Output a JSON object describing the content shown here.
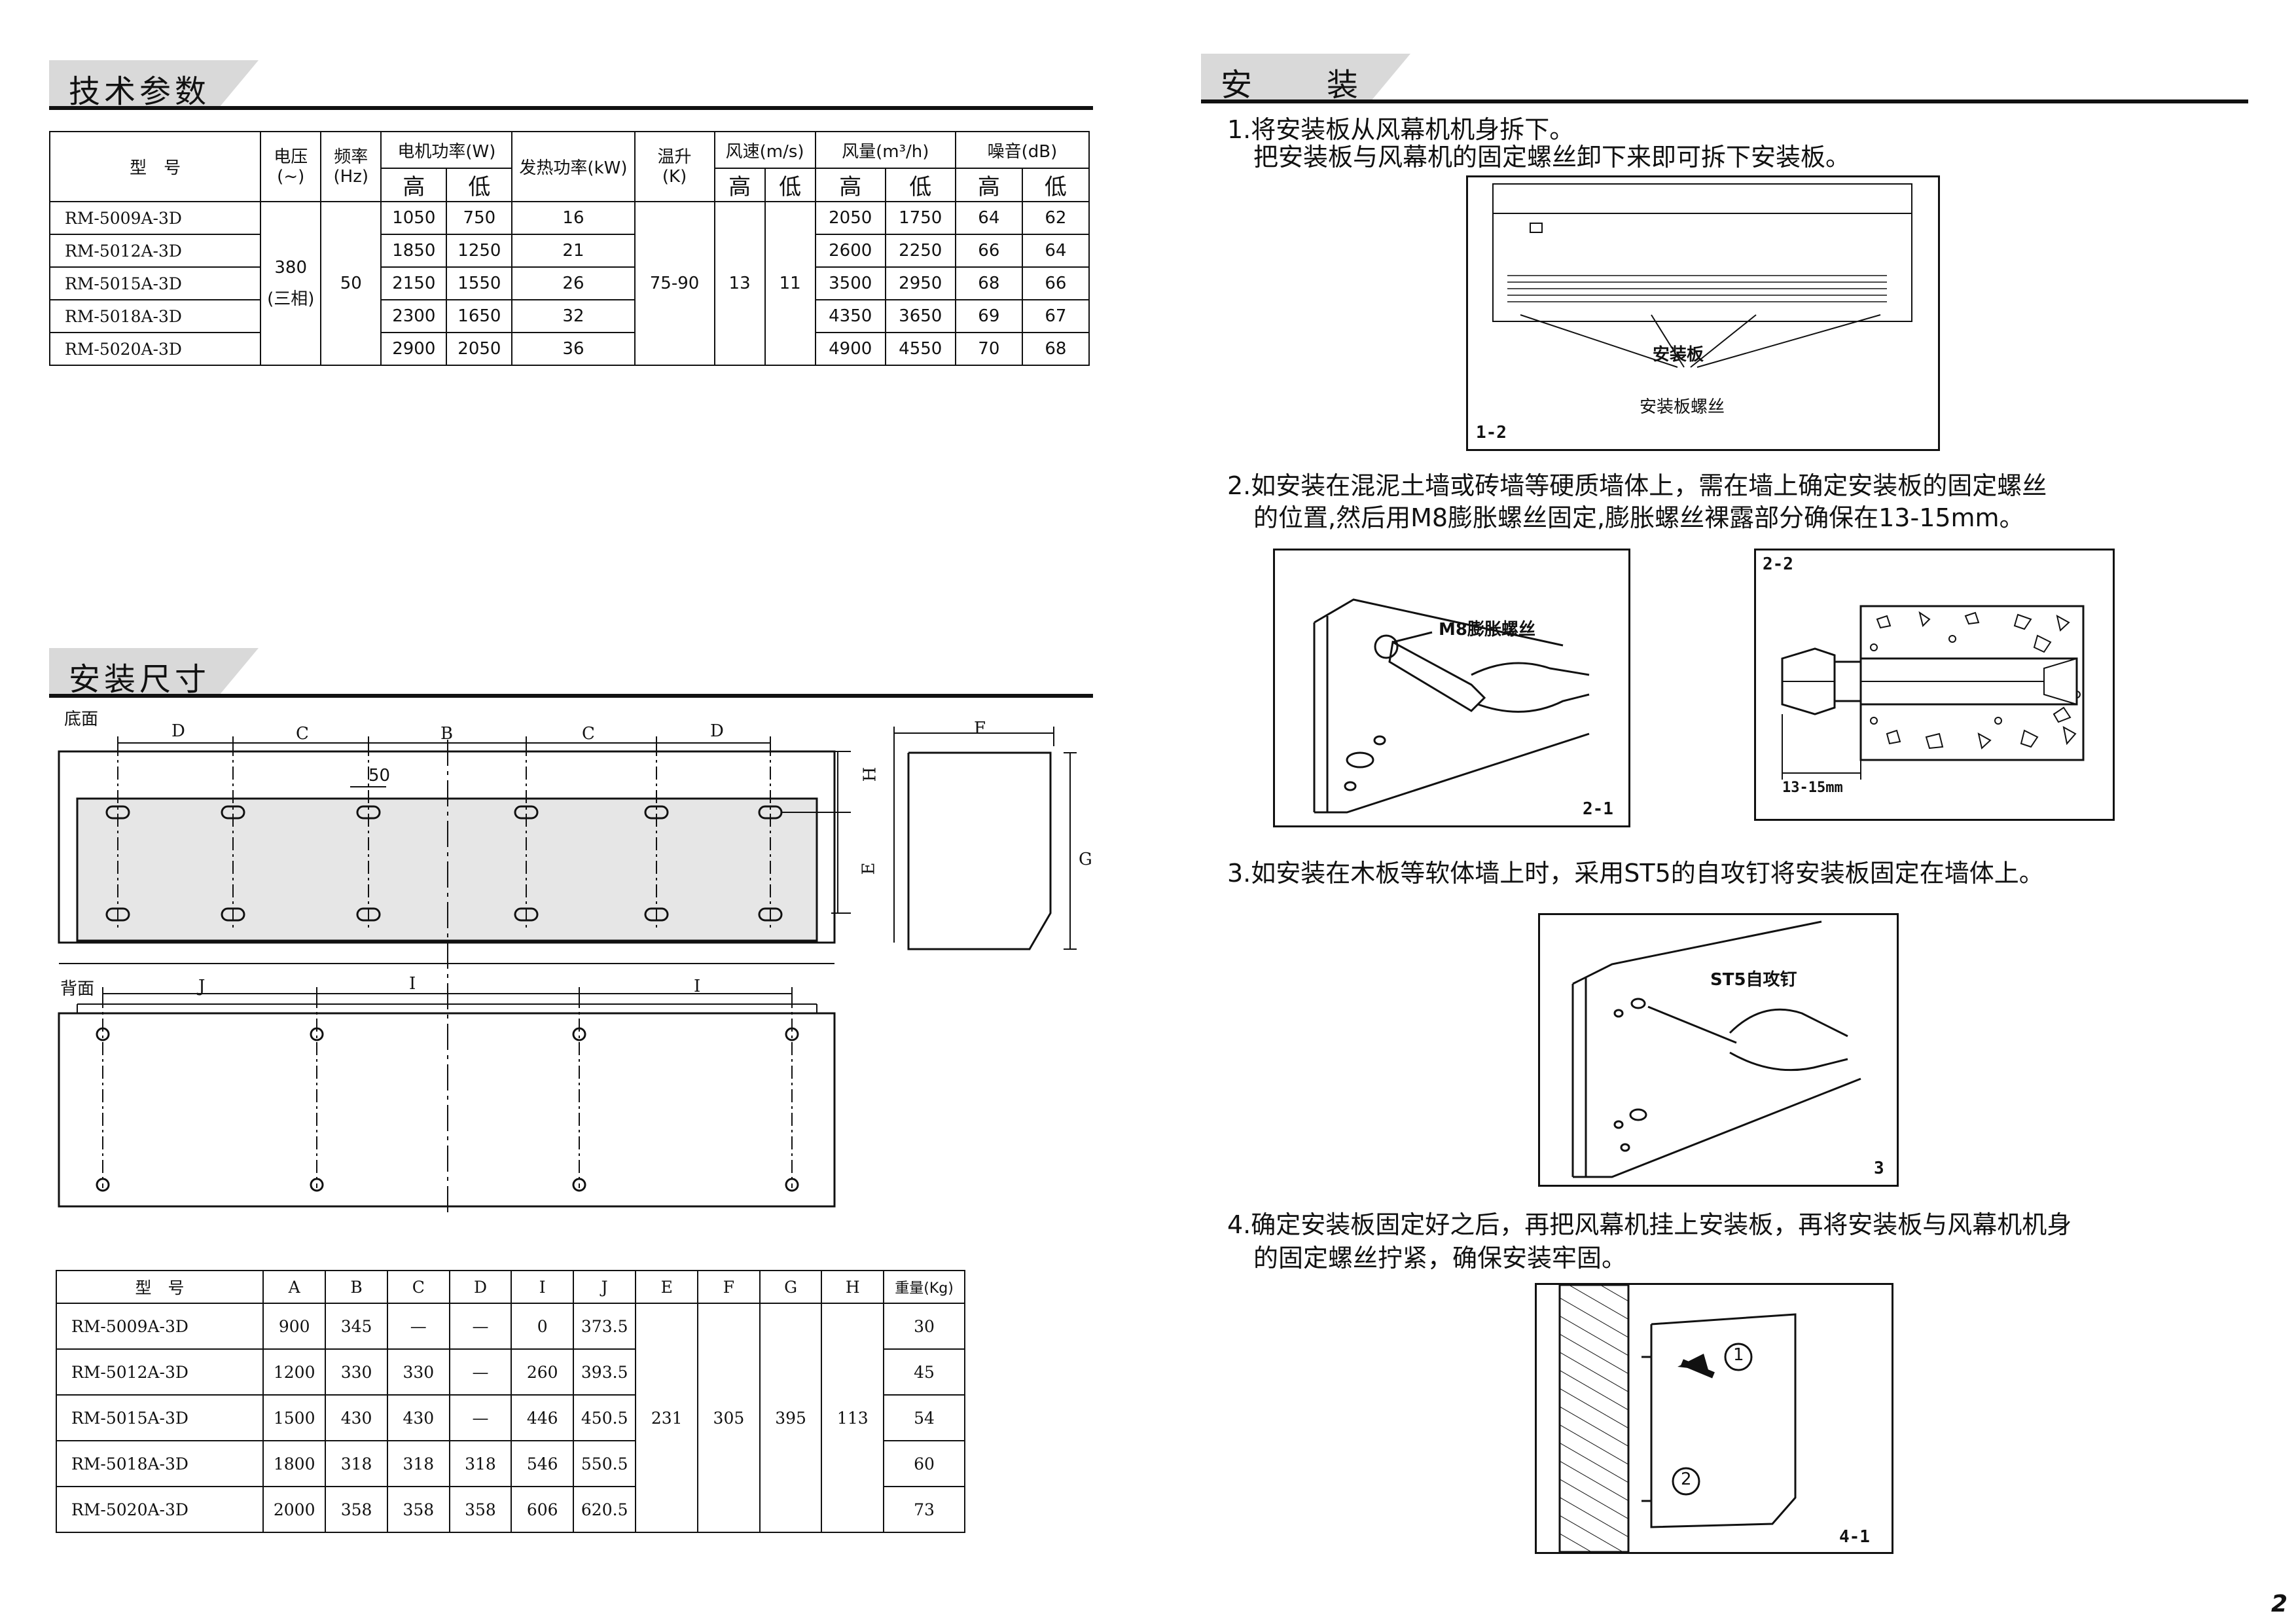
{
  "left": {
    "tech": {
      "title": "技术参数",
      "headers": {
        "model": "型　号",
        "voltage": "电压",
        "voltage_unit": "(~)",
        "freq": "频率",
        "freq_unit": "(Hz)",
        "motor_power": "电机功率(W)",
        "heat_power": "发热功率(kW)",
        "temp_rise": "温升",
        "temp_unit": "(K)",
        "wind_speed": "风速(m/s)",
        "air_volume": "风量(m³/h)",
        "noise": "噪音(dB)",
        "high": "高",
        "low": "低"
      },
      "voltage_value": "380",
      "voltage_phase": "(三相)",
      "freq_value": "50",
      "temp_value": "75-90",
      "wind_high": "13",
      "wind_low": "11",
      "rows": [
        {
          "model": "RM-5009A-3D",
          "mp_h": "1050",
          "mp_l": "750",
          "heat": "16",
          "av_h": "2050",
          "av_l": "1750",
          "n_h": "64",
          "n_l": "62"
        },
        {
          "model": "RM-5012A-3D",
          "mp_h": "1850",
          "mp_l": "1250",
          "heat": "21",
          "av_h": "2600",
          "av_l": "2250",
          "n_h": "66",
          "n_l": "64"
        },
        {
          "model": "RM-5015A-3D",
          "mp_h": "2150",
          "mp_l": "1550",
          "heat": "26",
          "av_h": "3500",
          "av_l": "2950",
          "n_h": "68",
          "n_l": "66"
        },
        {
          "model": "RM-5018A-3D",
          "mp_h": "2300",
          "mp_l": "1650",
          "heat": "32",
          "av_h": "4350",
          "av_l": "3650",
          "n_h": "69",
          "n_l": "67"
        },
        {
          "model": "RM-5020A-3D",
          "mp_h": "2900",
          "mp_l": "2050",
          "heat": "36",
          "av_h": "4900",
          "av_l": "4550",
          "n_h": "70",
          "n_l": "68"
        }
      ]
    },
    "dims": {
      "title": "安装尺寸",
      "bottom_label": "底面",
      "back_label": "背面",
      "labels": {
        "B": "B",
        "C": "C",
        "D": "D",
        "E": "E",
        "F": "F",
        "G": "G",
        "H": "H",
        "I": "I",
        "J": "J",
        "fifty": "50"
      },
      "headers": [
        "型　号",
        "A",
        "B",
        "C",
        "D",
        "I",
        "J",
        "E",
        "F",
        "G",
        "H",
        "重量(Kg)"
      ],
      "shared": {
        "E": "231",
        "F": "305",
        "G": "395",
        "H": "113"
      },
      "rows": [
        {
          "model": "RM-5009A-3D",
          "A": "900",
          "B": "345",
          "C": "—",
          "D": "—",
          "I": "0",
          "J": "373.5",
          "W": "30"
        },
        {
          "model": "RM-5012A-3D",
          "A": "1200",
          "B": "330",
          "C": "330",
          "D": "—",
          "I": "260",
          "J": "393.5",
          "W": "45"
        },
        {
          "model": "RM-5015A-3D",
          "A": "1500",
          "B": "430",
          "C": "430",
          "D": "—",
          "I": "446",
          "J": "450.5",
          "W": "54"
        },
        {
          "model": "RM-5018A-3D",
          "A": "1800",
          "B": "318",
          "C": "318",
          "D": "318",
          "I": "546",
          "J": "550.5",
          "W": "60"
        },
        {
          "model": "RM-5020A-3D",
          "A": "2000",
          "B": "358",
          "C": "358",
          "D": "358",
          "I": "606",
          "J": "620.5",
          "W": "73"
        }
      ]
    }
  },
  "right": {
    "title": "安　　装",
    "step1_l1": "1.将安装板从风幕机机身拆下。",
    "step1_l2": "把安装板与风幕机的固定螺丝卸下来即可拆下安装板。",
    "fig12_label1": "安装板",
    "fig12_label2": "安装板螺丝",
    "fig12_id": "1-2",
    "step2_l1": "2.如安装在混泥土墙或砖墙等硬质墙体上，需在墙上确定安装板的固定螺丝",
    "step2_l2": "的位置,然后用M8膨胀螺丝固定,膨胀螺丝裸露部分确保在13-15mm。",
    "fig21_label": "M8膨胀螺丝",
    "fig21_id": "2-1",
    "fig22_id": "2-2",
    "fig22_dim": "13-15mm",
    "step3": "3.如安装在木板等软体墙上时，采用ST5的自攻钉将安装板固定在墙体上。",
    "fig3_label": "ST5自攻钉",
    "fig3_id": "3",
    "step4_l1": "4.确定安装板固定好之后，再把风幕机挂上安装板，再将安装板与风幕机机身",
    "step4_l2": "的固定螺丝拧紧，确保安装牢固。",
    "fig41_id": "4-1",
    "fig41_n1": "1",
    "fig41_n2": "2"
  },
  "page_number": "2"
}
